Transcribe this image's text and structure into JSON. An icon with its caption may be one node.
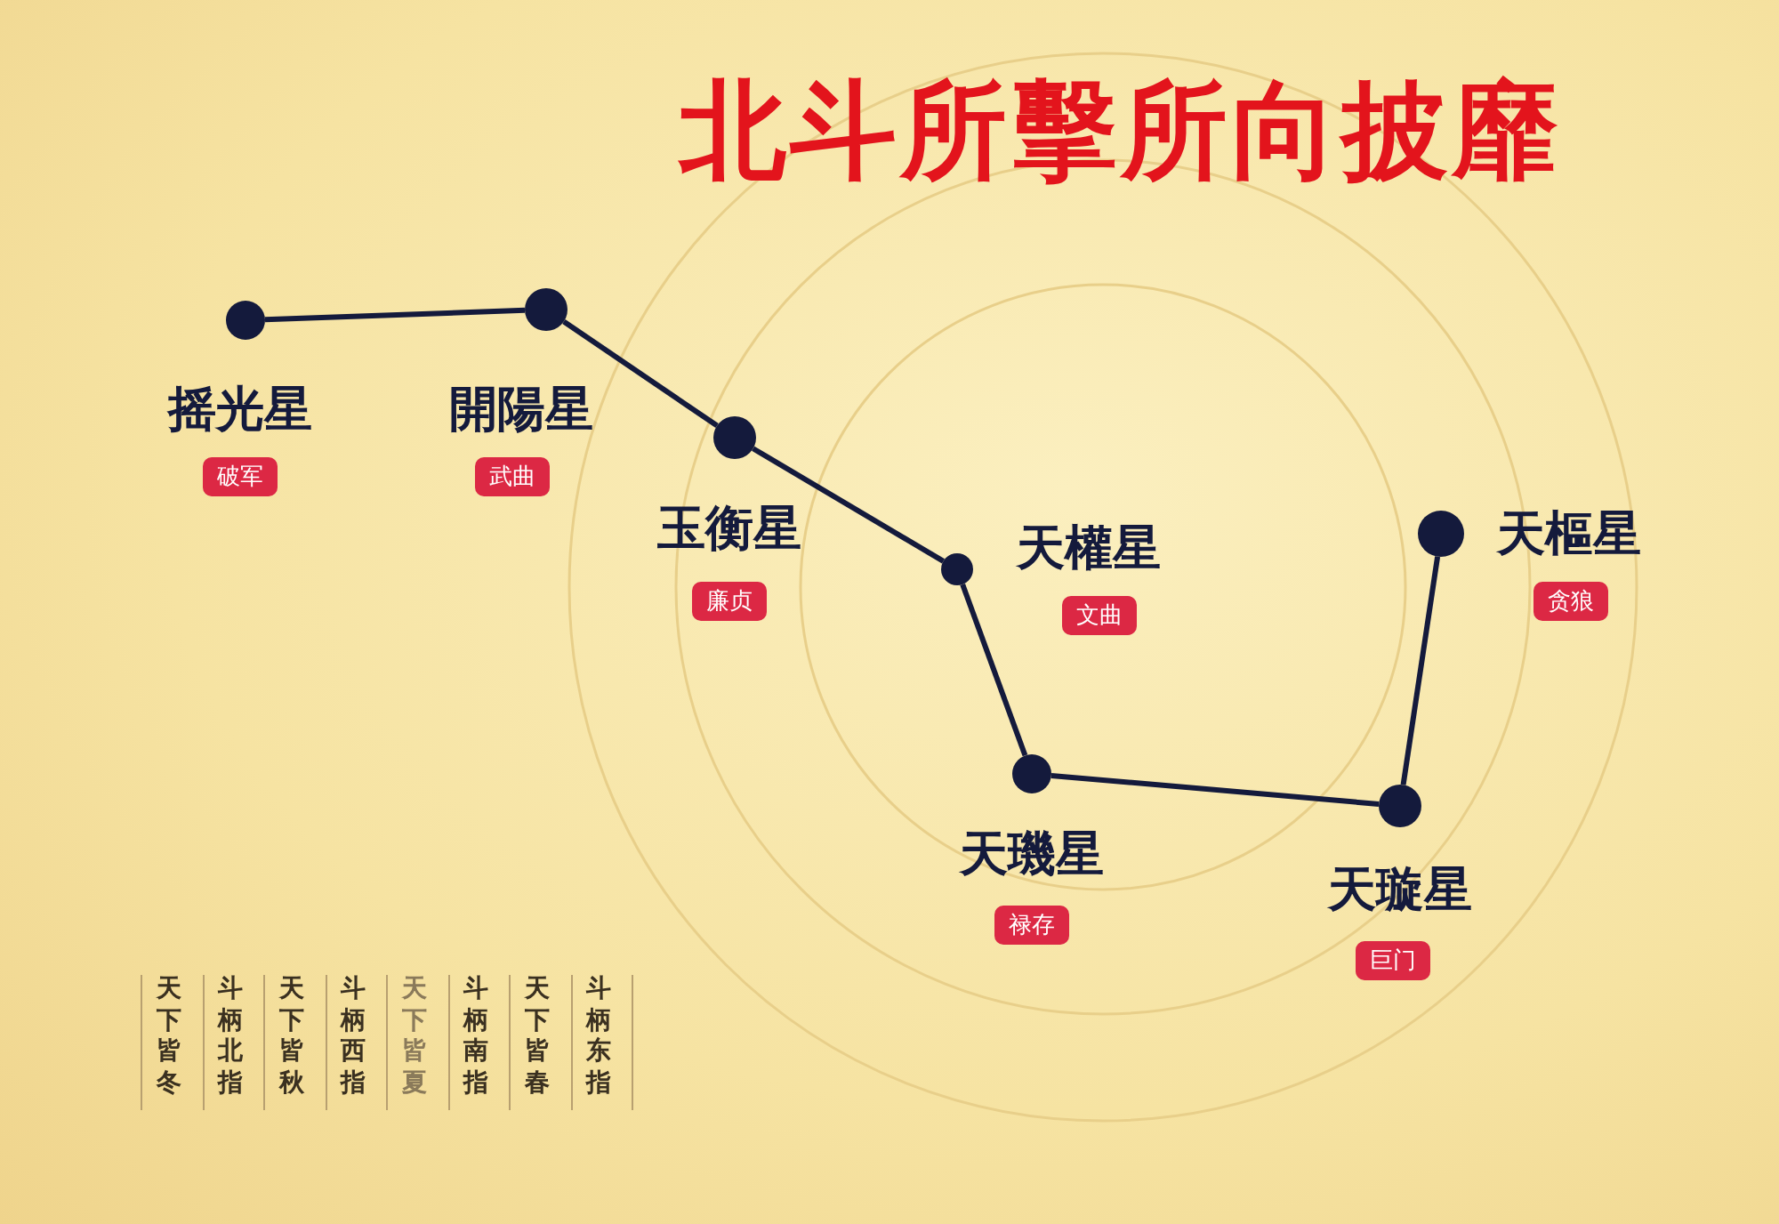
{
  "diagram": {
    "title": "北斗所擊所向披靡",
    "nodes": [
      {
        "text": [
          "摇光星",
          "破军"
        ]
      },
      {
        "text": [
          "開陽星",
          "武曲"
        ]
      },
      {
        "text": [
          "玉衡星",
          "廉贞"
        ]
      },
      {
        "text": [
          "天權星",
          "文曲"
        ]
      },
      {
        "text": [
          "天璣星",
          "禄存"
        ]
      },
      {
        "text": [
          "天璇星",
          "巨门"
        ]
      },
      {
        "text": [
          "天樞星",
          "贪狼"
        ]
      }
    ],
    "edges": [
      {
        "from": 0,
        "to": 1,
        "arrow": "none"
      },
      {
        "from": 1,
        "to": 2,
        "arrow": "none"
      },
      {
        "from": 2,
        "to": 3,
        "arrow": "none"
      },
      {
        "from": 3,
        "to": 4,
        "arrow": "none"
      },
      {
        "from": 4,
        "to": 5,
        "arrow": "none"
      },
      {
        "from": 5,
        "to": 6,
        "arrow": "none"
      }
    ],
    "labels": [
      "天下皆冬",
      "斗柄北指",
      "天下皆秋",
      "斗柄西指",
      "天下皆夏",
      "斗柄南指",
      "天下皆春",
      "斗柄东指"
    ]
  }
}
